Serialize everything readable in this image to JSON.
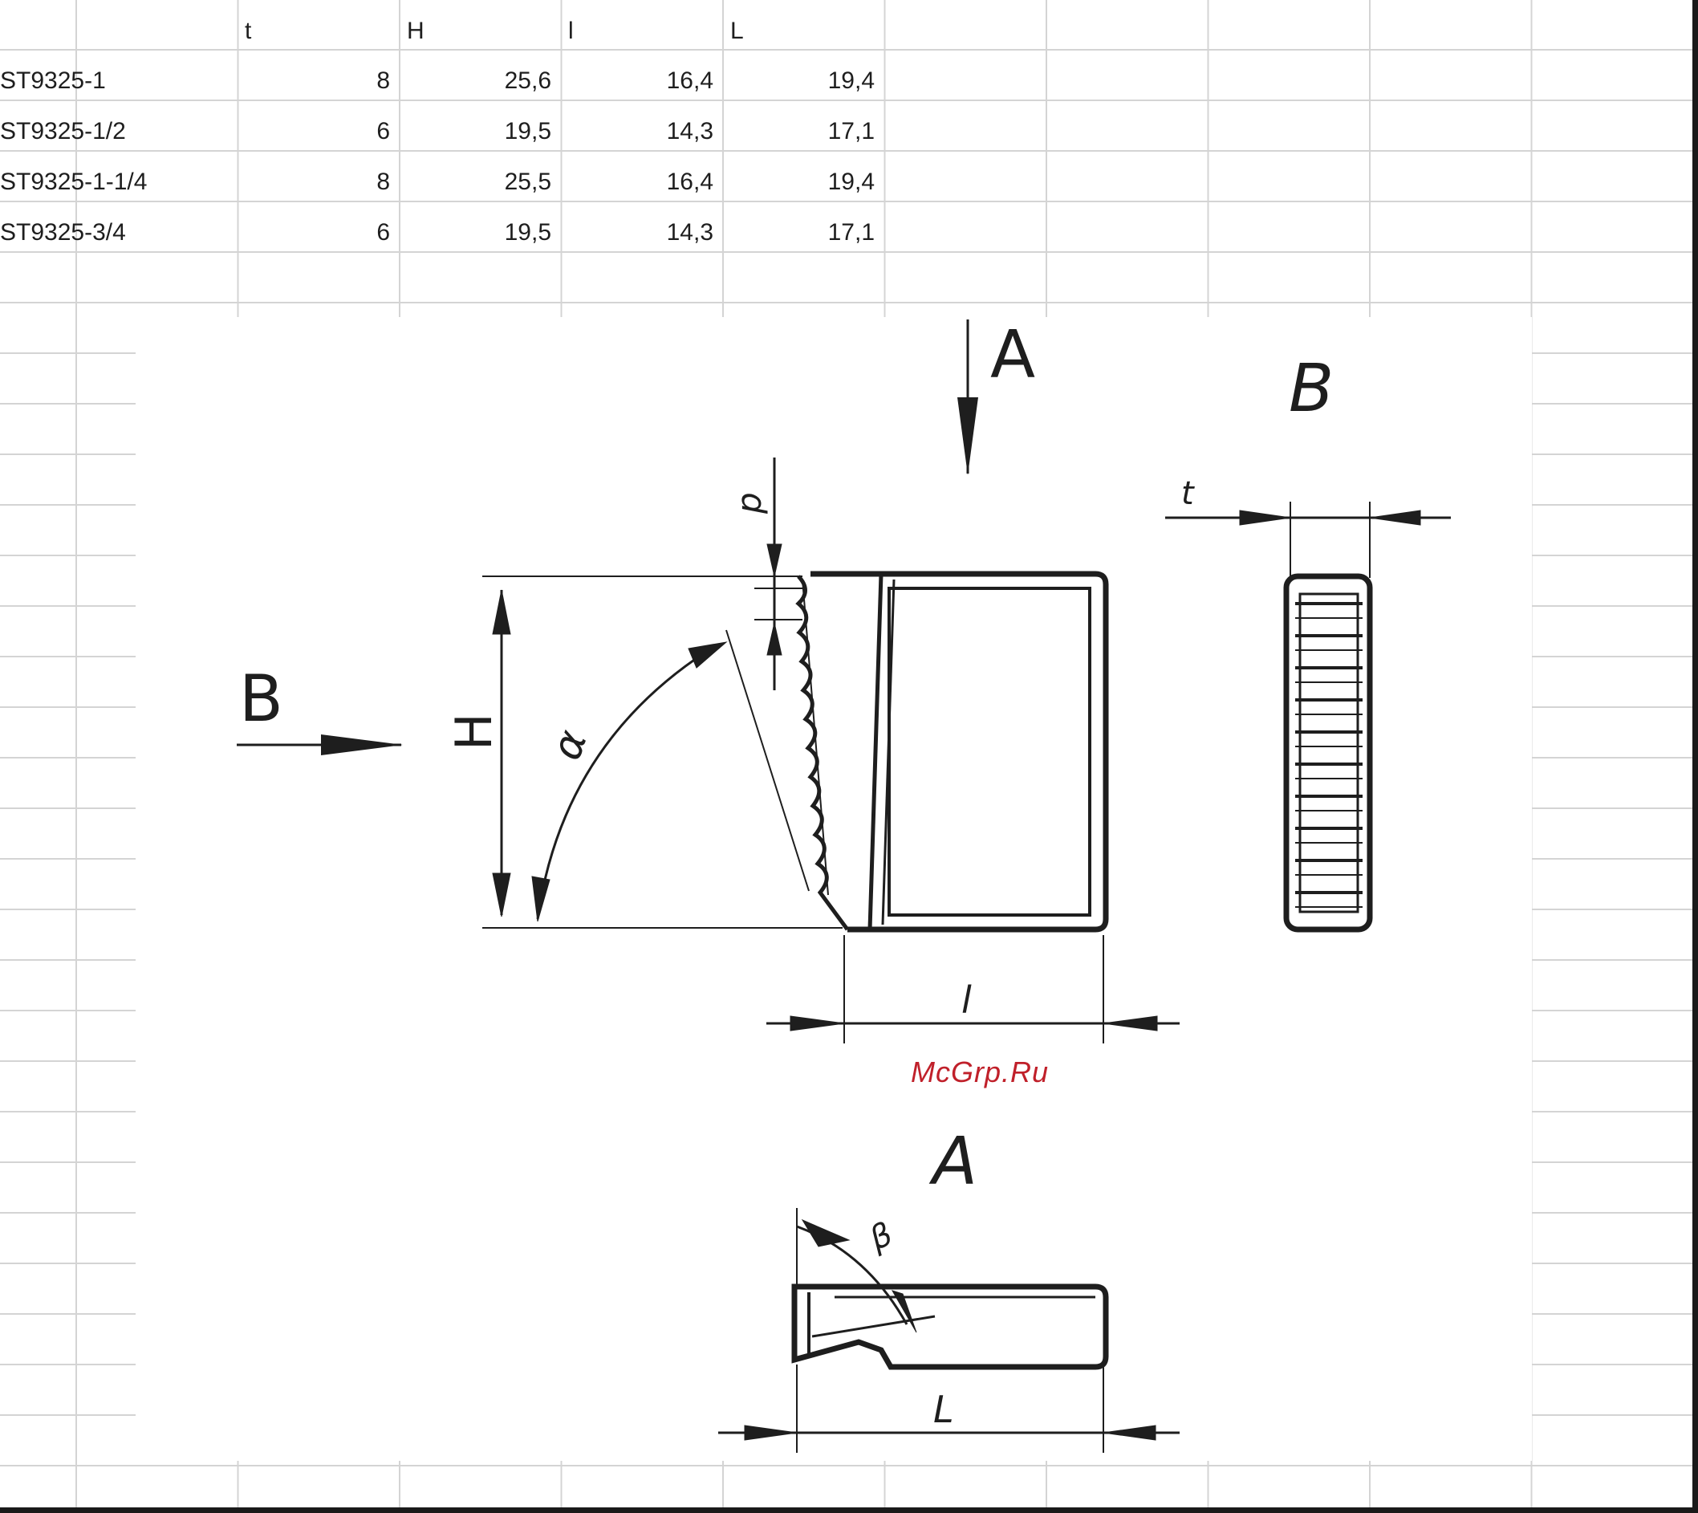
{
  "table": {
    "headers": [
      "t",
      "H",
      "l",
      "L"
    ],
    "rows": [
      {
        "name": "ST9325-1",
        "t": "8",
        "H": "25,6",
        "l": "16,4",
        "L": "19,4"
      },
      {
        "name": "ST9325-1/2",
        "t": "6",
        "H": "19,5",
        "l": "14,3",
        "L": "17,1"
      },
      {
        "name": "ST9325-1-1/4",
        "t": "8",
        "H": "25,5",
        "l": "16,4",
        "L": "19,4"
      },
      {
        "name": "ST9325-3/4",
        "t": "6",
        "H": "19,5",
        "l": "14,3",
        "L": "17,1"
      }
    ]
  },
  "drawing": {
    "view_a_label": "A",
    "view_b_label": "B",
    "arrow_b_label": "B",
    "section_a_label": "A",
    "dim_h": "H",
    "dim_p": "p",
    "dim_alpha": "α",
    "dim_t": "t",
    "dim_l_small": "l",
    "dim_l_large": "L",
    "dim_beta": "β"
  },
  "watermark": "McGrp.Ru"
}
